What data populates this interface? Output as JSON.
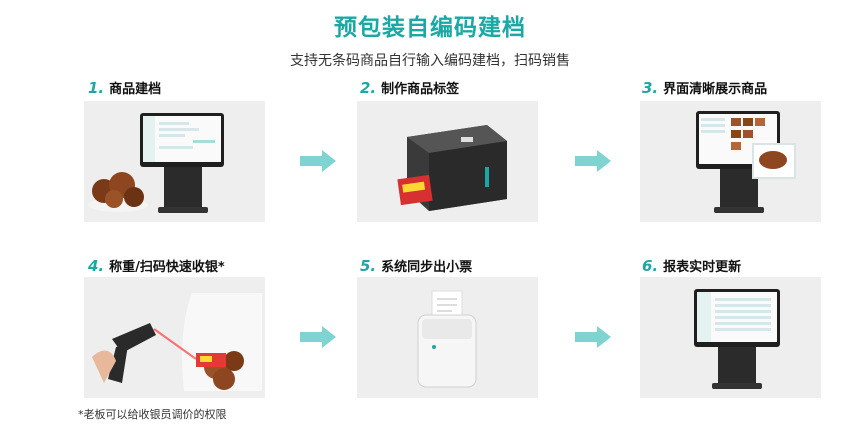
{
  "title": "预包装自编码建档",
  "subtitle": "支持无条码商品自行输入编码建档，扫码销售",
  "steps": [
    {
      "num": "1.",
      "label": "商品建档"
    },
    {
      "num": "2.",
      "label": "制作商品标签"
    },
    {
      "num": "3.",
      "label": "界面清晰展示商品"
    },
    {
      "num": "4.",
      "label": "称重/扫码快速收银*"
    },
    {
      "num": "5.",
      "label": "系统同步出小票"
    },
    {
      "num": "6.",
      "label": "报表实时更新"
    }
  ],
  "footnote": "*老板可以给收银员调价的权限",
  "colors": {
    "accent": "#1aa8a4",
    "arrow": "#7fd3d0",
    "card_bg": "#eeeeee"
  },
  "icons": [
    "right-arrow-icon"
  ]
}
